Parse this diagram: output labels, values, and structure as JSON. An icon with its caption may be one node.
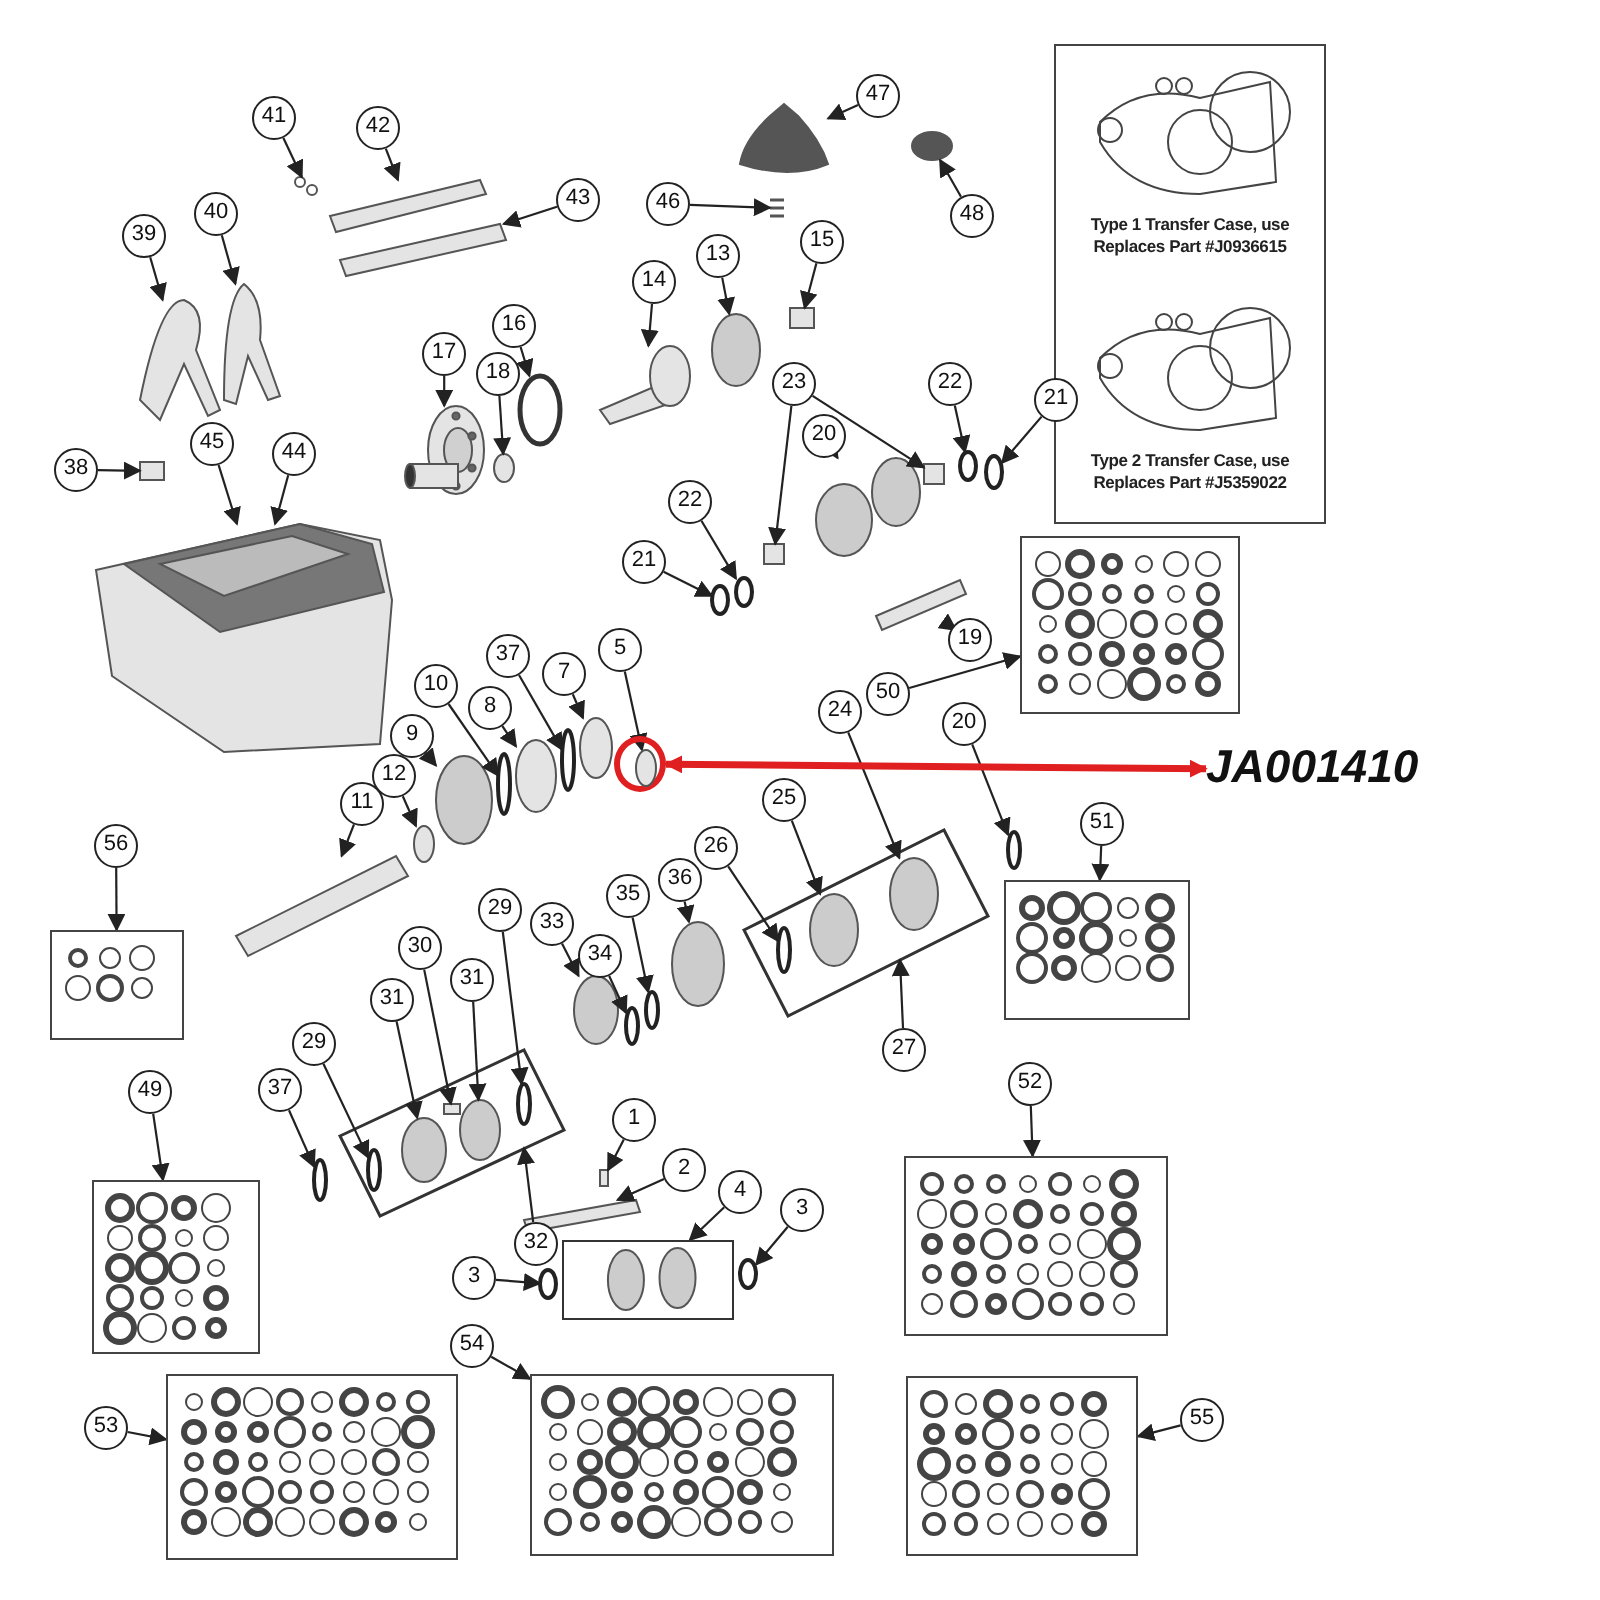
{
  "diagram": {
    "nodes": [
      {
        "text": [
          "Type 1 Transfer Case, use Replaces Part #J0936615",
          "Type 2 Transfer Case, use Replaces Part #J5359022"
        ]
      },
      {
        "text": [
          "47"
        ]
      },
      {
        "text": [
          "41"
        ]
      },
      {
        "text": [
          "42"
        ]
      },
      {
        "text": [
          "43"
        ]
      },
      {
        "text": [
          "46"
        ]
      },
      {
        "text": [
          "40"
        ]
      },
      {
        "text": [
          "48"
        ]
      },
      {
        "text": [
          "39"
        ]
      },
      {
        "text": [
          "15"
        ]
      },
      {
        "text": [
          "13"
        ]
      },
      {
        "text": [
          "14"
        ]
      },
      {
        "text": [
          "16"
        ]
      },
      {
        "text": [
          "17"
        ]
      },
      {
        "text": [
          "18"
        ]
      },
      {
        "text": [
          "23"
        ]
      },
      {
        "text": [
          "22"
        ]
      },
      {
        "text": [
          "21"
        ]
      },
      {
        "text": [
          "20"
        ]
      },
      {
        "text": [
          "45"
        ]
      },
      {
        "text": [
          "44"
        ]
      },
      {
        "text": [
          "38"
        ]
      },
      {
        "text": [
          "22"
        ]
      },
      {
        "text": [
          "21"
        ]
      },
      {
        "text": [
          "19"
        ]
      },
      {
        "text": [
          "5"
        ]
      },
      {
        "text": [
          "37"
        ]
      },
      {
        "text": [
          "7"
        ]
      },
      {
        "text": [
          "10"
        ]
      },
      {
        "text": [
          "50"
        ]
      },
      {
        "text": [
          "8"
        ]
      },
      {
        "text": [
          "9"
        ]
      },
      {
        "text": [
          "24"
        ]
      },
      {
        "text": [
          "20"
        ]
      },
      {
        "text": [
          "JA001410"
        ]
      },
      {
        "text": [
          "12"
        ]
      },
      {
        "text": [
          "51"
        ]
      },
      {
        "text": [
          "11"
        ]
      },
      {
        "text": [
          "25"
        ]
      },
      {
        "text": [
          "56"
        ]
      },
      {
        "text": [
          "26"
        ]
      },
      {
        "text": [
          "36"
        ]
      },
      {
        "text": [
          "35"
        ]
      },
      {
        "text": [
          "29"
        ]
      },
      {
        "text": [
          "33"
        ]
      },
      {
        "text": [
          "30"
        ]
      },
      {
        "text": [
          "34"
        ]
      },
      {
        "text": [
          "31"
        ]
      },
      {
        "text": [
          "31"
        ]
      },
      {
        "text": [
          "27"
        ]
      },
      {
        "text": [
          "29"
        ]
      },
      {
        "text": [
          "37"
        ]
      },
      {
        "text": [
          "52"
        ]
      },
      {
        "text": [
          "49"
        ]
      },
      {
        "text": [
          "1"
        ]
      },
      {
        "text": [
          "2"
        ]
      },
      {
        "text": [
          "32"
        ]
      },
      {
        "text": [
          "4"
        ]
      },
      {
        "text": [
          "3"
        ]
      },
      {
        "text": [
          "3"
        ]
      },
      {
        "text": [
          "54"
        ]
      },
      {
        "text": [
          "55"
        ]
      },
      {
        "text": [
          "53"
        ]
      },
      {
        "text": [],
        "shape": "circle"
      },
      {
        "text": [],
        "shape": "picture"
      },
      {
        "text": [],
        "shape": "picture"
      },
      {
        "text": [],
        "shape": "picture"
      },
      {
        "text": [],
        "shape": "picture"
      },
      {
        "text": [],
        "shape": "picture"
      },
      {
        "text": [],
        "shape": "picture"
      },
      {
        "text": [],
        "shape": "picture"
      },
      {
        "text": [],
        "shape": "picture"
      },
      {
        "text": [],
        "shape": "box"
      },
      {
        "text": [],
        "shape": "box"
      },
      {
        "text": [],
        "shape": "box"
      },
      {
        "text": [],
        "shape": "picture"
      },
      {
        "text": [],
        "shape": "picture"
      },
      {
        "text": [],
        "shape": "bar"
      },
      {
        "text": [],
        "shape": "bar"
      },
      {
        "text": [],
        "shape": "picture"
      },
      {
        "text": [],
        "shape": "picture"
      },
      {
        "text": [],
        "shape": "circle"
      },
      {
        "text": [],
        "shape": "picture"
      },
      {
        "text": [],
        "shape": "box"
      },
      {
        "text": [],
        "shape": "circle"
      },
      {
        "text": [],
        "shape": "picture"
      },
      {
        "text": [],
        "shape": "circle"
      },
      {
        "text": [],
        "shape": "picture"
      },
      {
        "text": [],
        "shape": "circle"
      },
      {
        "text": [],
        "shape": "box"
      },
      {
        "text": [],
        "shape": "box"
      },
      {
        "text": [],
        "shape": "circle"
      },
      {
        "text": [],
        "shape": "circle"
      },
      {
        "text": [],
        "shape": "picture"
      },
      {
        "text": [],
        "shape": "picture"
      },
      {
        "text": [],
        "shape": "picture",
        "in": 94
      },
      {
        "text": [],
        "shape": "box"
      },
      {
        "text": [],
        "shape": "circle"
      },
      {
        "text": [],
        "shape": "circle"
      },
      {
        "text": [],
        "shape": "bar"
      },
      {
        "text": [],
        "shape": "circle",
        "in": 63
      },
      {
        "text": [],
        "shape": "circle"
      },
      {
        "text": [],
        "shape": "circle"
      },
      {
        "text": [],
        "shape": "circle"
      },
      {
        "text": [],
        "shape": "circle"
      },
      {
        "text": [],
        "shape": "circle"
      },
      {
        "text": [],
        "shape": "circle",
        "in": 72
      },
      {
        "text": [],
        "shape": "circle"
      },
      {
        "text": [],
        "shape": "circle"
      },
      {
        "text": [],
        "shape": "bar"
      },
      {
        "text": [],
        "shape": "circle",
        "in": 72
      },
      {
        "text": [],
        "shape": "circle",
        "in": 72
      },
      {
        "text": [],
        "shape": "circle"
      },
      {
        "text": [],
        "shape": "circle"
      },
      {
        "text": [],
        "shape": "circle",
        "in": 73
      },
      {
        "text": [],
        "shape": "circle"
      },
      {
        "text": [],
        "shape": "box",
        "in": 73
      },
      {
        "text": [],
        "shape": "circle"
      },
      {
        "text": [],
        "shape": "circle",
        "in": 73
      },
      {
        "text": [],
        "shape": "circle",
        "in": 73
      },
      {
        "text": [],
        "shape": "circle",
        "in": 73
      },
      {
        "text": [],
        "shape": "circle"
      },
      {
        "text": [],
        "shape": "box"
      },
      {
        "text": [],
        "shape": "bar"
      },
      {
        "text": [],
        "shape": "circle"
      },
      {
        "text": [],
        "shape": "circle"
      }
    ],
    "edges": [
      {
        "from": 1,
        "to": 75,
        "arrow": "to"
      },
      {
        "from": 2,
        "to": 76,
        "arrow": "to"
      },
      {
        "from": 3,
        "to": 77,
        "arrow": "to"
      },
      {
        "from": 4,
        "to": 78,
        "arrow": "to"
      },
      {
        "from": 5,
        "to": 79,
        "arrow": "to"
      },
      {
        "from": 6,
        "to": 80,
        "arrow": "to"
      },
      {
        "from": 7,
        "to": 81,
        "arrow": "to"
      },
      {
        "from": 8,
        "to": 82,
        "arrow": "to"
      },
      {
        "from": 9,
        "to": 83,
        "arrow": "to"
      },
      {
        "from": 10,
        "to": 84,
        "arrow": "to"
      },
      {
        "from": 11,
        "to": 85,
        "arrow": "to"
      },
      {
        "from": 12,
        "to": 86,
        "arrow": "to"
      },
      {
        "from": 13,
        "to": 87,
        "arrow": "to"
      },
      {
        "from": 14,
        "to": 88,
        "arrow": "to"
      },
      {
        "from": 15,
        "to": 89,
        "arrow": "to"
      },
      {
        "from": 15,
        "to": 90,
        "arrow": "to"
      },
      {
        "from": 16,
        "to": 91,
        "arrow": "to"
      },
      {
        "from": 17,
        "to": 92,
        "arrow": "to"
      },
      {
        "from": 18,
        "to": 93,
        "arrow": "to"
      },
      {
        "from": 19,
        "to": 95,
        "arrow": "to"
      },
      {
        "from": 20,
        "to": 94,
        "arrow": "to"
      },
      {
        "from": 21,
        "to": 96,
        "arrow": "to"
      },
      {
        "from": 22,
        "to": 97,
        "arrow": "to"
      },
      {
        "from": 23,
        "to": 98,
        "arrow": "to"
      },
      {
        "from": 24,
        "to": 99,
        "arrow": "to"
      },
      {
        "from": 25,
        "to": 100,
        "arrow": "to"
      },
      {
        "from": 26,
        "to": 101,
        "arrow": "to"
      },
      {
        "from": 27,
        "to": 102,
        "arrow": "to"
      },
      {
        "from": 28,
        "to": 103,
        "arrow": "to"
      },
      {
        "from": 29,
        "to": 64,
        "arrow": "to"
      },
      {
        "from": 30,
        "to": 104,
        "arrow": "to"
      },
      {
        "from": 31,
        "to": 105,
        "arrow": "to"
      },
      {
        "from": 32,
        "to": 106,
        "arrow": "to"
      },
      {
        "from": 33,
        "to": 107,
        "arrow": "to"
      },
      {
        "from": 34,
        "to": 63,
        "arrow": "both",
        "style": "thick",
        "color": "#e02020"
      },
      {
        "from": 35,
        "to": 108,
        "arrow": "to"
      },
      {
        "from": 36,
        "to": 65,
        "arrow": "to"
      },
      {
        "from": 37,
        "to": 109,
        "arrow": "to"
      },
      {
        "from": 38,
        "to": 110,
        "arrow": "to"
      },
      {
        "from": 39,
        "to": 66,
        "arrow": "to"
      },
      {
        "from": 40,
        "to": 111,
        "arrow": "to"
      },
      {
        "from": 41,
        "to": 112,
        "arrow": "to"
      },
      {
        "from": 42,
        "to": 113,
        "arrow": "to"
      },
      {
        "from": 43,
        "to": 114,
        "arrow": "to"
      },
      {
        "from": 44,
        "to": 115,
        "arrow": "to"
      },
      {
        "from": 45,
        "to": 116,
        "arrow": "to"
      },
      {
        "from": 46,
        "to": 117,
        "arrow": "to"
      },
      {
        "from": 47,
        "to": 118,
        "arrow": "to"
      },
      {
        "from": 48,
        "to": 119,
        "arrow": "to"
      },
      {
        "from": 49,
        "to": 72,
        "arrow": "to"
      },
      {
        "from": 50,
        "to": 120,
        "arrow": "to"
      },
      {
        "from": 51,
        "to": 121,
        "arrow": "to"
      },
      {
        "from": 52,
        "to": 68,
        "arrow": "to"
      },
      {
        "from": 53,
        "to": 67,
        "arrow": "to"
      },
      {
        "from": 54,
        "to": 122,
        "arrow": "to"
      },
      {
        "from": 55,
        "to": 123,
        "arrow": "to"
      },
      {
        "from": 56,
        "to": 73,
        "arrow": "to"
      },
      {
        "from": 57,
        "to": 74,
        "arrow": "to"
      },
      {
        "from": 58,
        "to": 124,
        "arrow": "to"
      },
      {
        "from": 59,
        "to": 125,
        "arrow": "to"
      },
      {
        "from": 60,
        "to": 70,
        "arrow": "to"
      },
      {
        "from": 61,
        "to": 71,
        "arrow": "to"
      },
      {
        "from": 62,
        "to": 69,
        "arrow": "to"
      }
    ]
  }
}
